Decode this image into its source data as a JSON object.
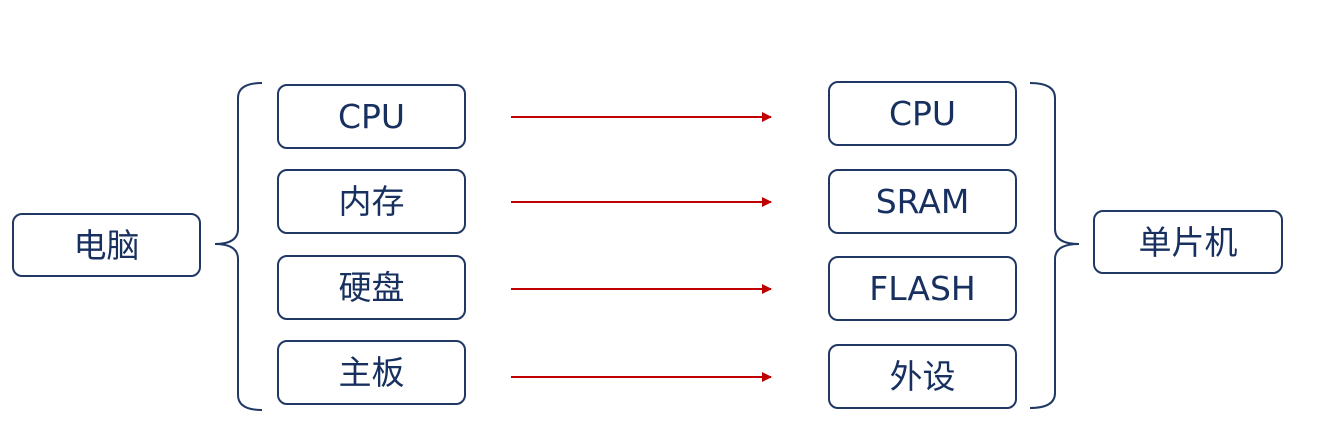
{
  "left_node": {
    "label": "电脑"
  },
  "right_node": {
    "label": "单片机"
  },
  "pairs": [
    {
      "left": "CPU",
      "right": "CPU"
    },
    {
      "left": "内存",
      "right": "SRAM"
    },
    {
      "left": "硬盘",
      "right": "FLASH"
    },
    {
      "left": "主板",
      "right": "外设"
    }
  ],
  "colors": {
    "box_border": "#1f3864",
    "text": "#17305f",
    "bracket": "#1f3864",
    "arrow": "#c00000"
  }
}
